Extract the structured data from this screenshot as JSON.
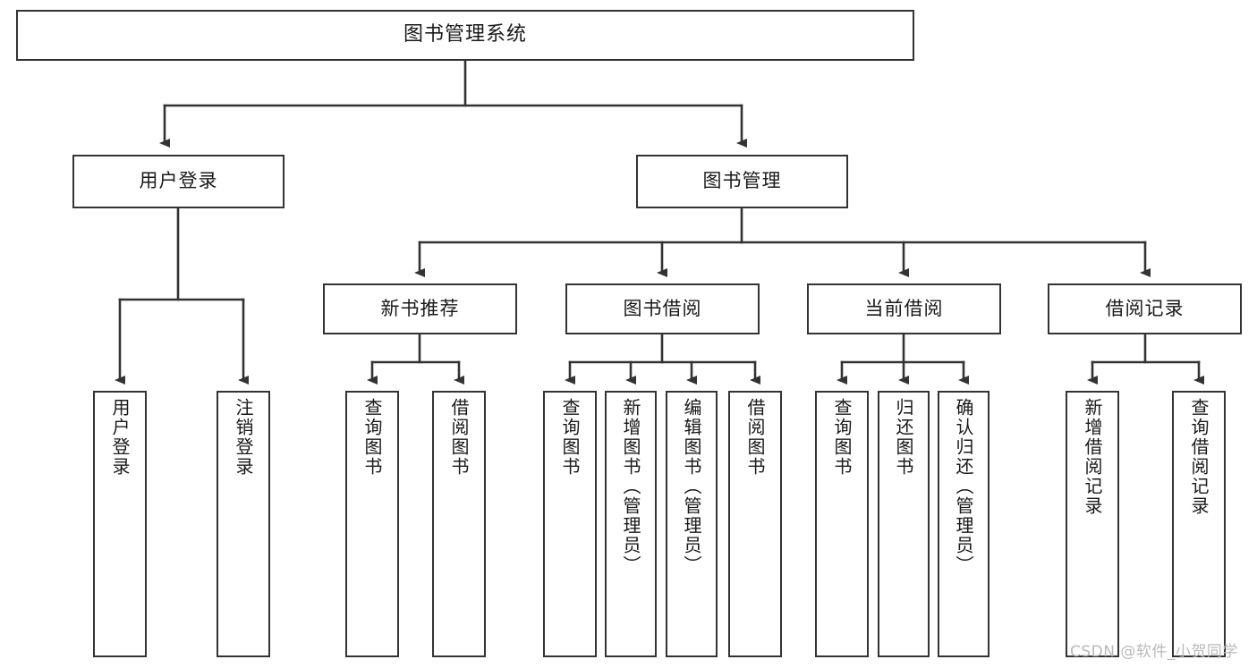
{
  "diagram": {
    "title": "图书管理系统",
    "type": "tree-hierarchy",
    "watermark": "CSDN @软件_小贺同学",
    "colors": {
      "stroke": "#333333",
      "fill": "#ffffff",
      "text": "#1a1a1a",
      "watermark": "#b9b9b9"
    }
  },
  "nodes": {
    "root": {
      "label": "图书管理系统"
    },
    "level2": [
      {
        "id": "user-login",
        "label": "用户登录"
      },
      {
        "id": "book-manage",
        "label": "图书管理"
      }
    ],
    "level3": [
      {
        "id": "new-book-recommend",
        "label": "新书推荐"
      },
      {
        "id": "book-borrow",
        "label": "图书借阅"
      },
      {
        "id": "current-borrow",
        "label": "当前借阅"
      },
      {
        "id": "borrow-record",
        "label": "借阅记录"
      }
    ],
    "leaves": {
      "user_login": [
        {
          "id": "leaf-user-login",
          "label": "用户登录"
        },
        {
          "id": "leaf-logout-login",
          "label": "注销登录"
        }
      ],
      "new_book_recommend": [
        {
          "id": "leaf-query-book-1",
          "label": "查询图书"
        },
        {
          "id": "leaf-borrow-book-1",
          "label": "借阅图书"
        }
      ],
      "book_borrow": [
        {
          "id": "leaf-query-book-2",
          "label": "查询图书"
        },
        {
          "id": "leaf-add-book",
          "label": "新增图书（管理员）"
        },
        {
          "id": "leaf-edit-book",
          "label": "编辑图书（管理员）"
        },
        {
          "id": "leaf-borrow-book-2",
          "label": "借阅图书"
        }
      ],
      "current_borrow": [
        {
          "id": "leaf-query-book-3",
          "label": "查询图书"
        },
        {
          "id": "leaf-return-book",
          "label": "归还图书"
        },
        {
          "id": "leaf-confirm-return",
          "label": "确认归还（管理员）"
        }
      ],
      "borrow_record": [
        {
          "id": "leaf-add-record",
          "label": "新增借阅记录"
        },
        {
          "id": "leaf-query-record",
          "label": "查询借阅记录"
        }
      ]
    }
  }
}
